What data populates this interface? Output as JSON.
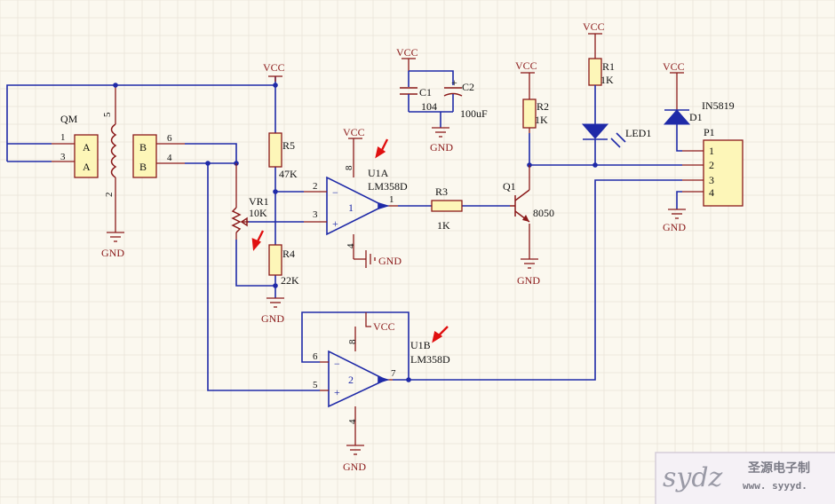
{
  "labels": {
    "vcc": "VCC",
    "gnd": "GND",
    "qm": "QM",
    "conn_a": "A",
    "conn_b": "B",
    "pin1": "1",
    "pin2": "2",
    "pin3": "3",
    "pin4": "4",
    "pin5": "5",
    "pin6": "6",
    "pin7": "7",
    "pin8": "8",
    "vr1": "VR1",
    "vr1_val": "10K",
    "r5": "R5",
    "r5_val": "47K",
    "r4": "R4",
    "r4_val": "22K",
    "c1": "C1",
    "c1_val": "104",
    "c2": "C2",
    "c2_val": "100uF",
    "c2_plus": "+",
    "u1a": "U1A",
    "u1b": "U1B",
    "lm358": "LM358D",
    "r3": "R3",
    "r3_val": "1K",
    "r2": "R2",
    "r2_val": "1K",
    "r1": "R1",
    "r1_val": "1K",
    "q1": "Q1",
    "q1_val": "8050",
    "led1": "LED1",
    "d1": "D1",
    "d1_val": "IN5819",
    "p1": "P1",
    "op_minus": "−",
    "op_plus": "+",
    "u1a_unit": "1",
    "u1b_unit": "2"
  },
  "watermark": {
    "logo": "sydz",
    "name": "圣源电子制",
    "url": "www. syyyd."
  },
  "colors": {
    "wire": "#1f2aa8",
    "part": "#8b1a1a",
    "body_fill": "#fdf6b8",
    "annotation_arrow": "#e01010"
  }
}
